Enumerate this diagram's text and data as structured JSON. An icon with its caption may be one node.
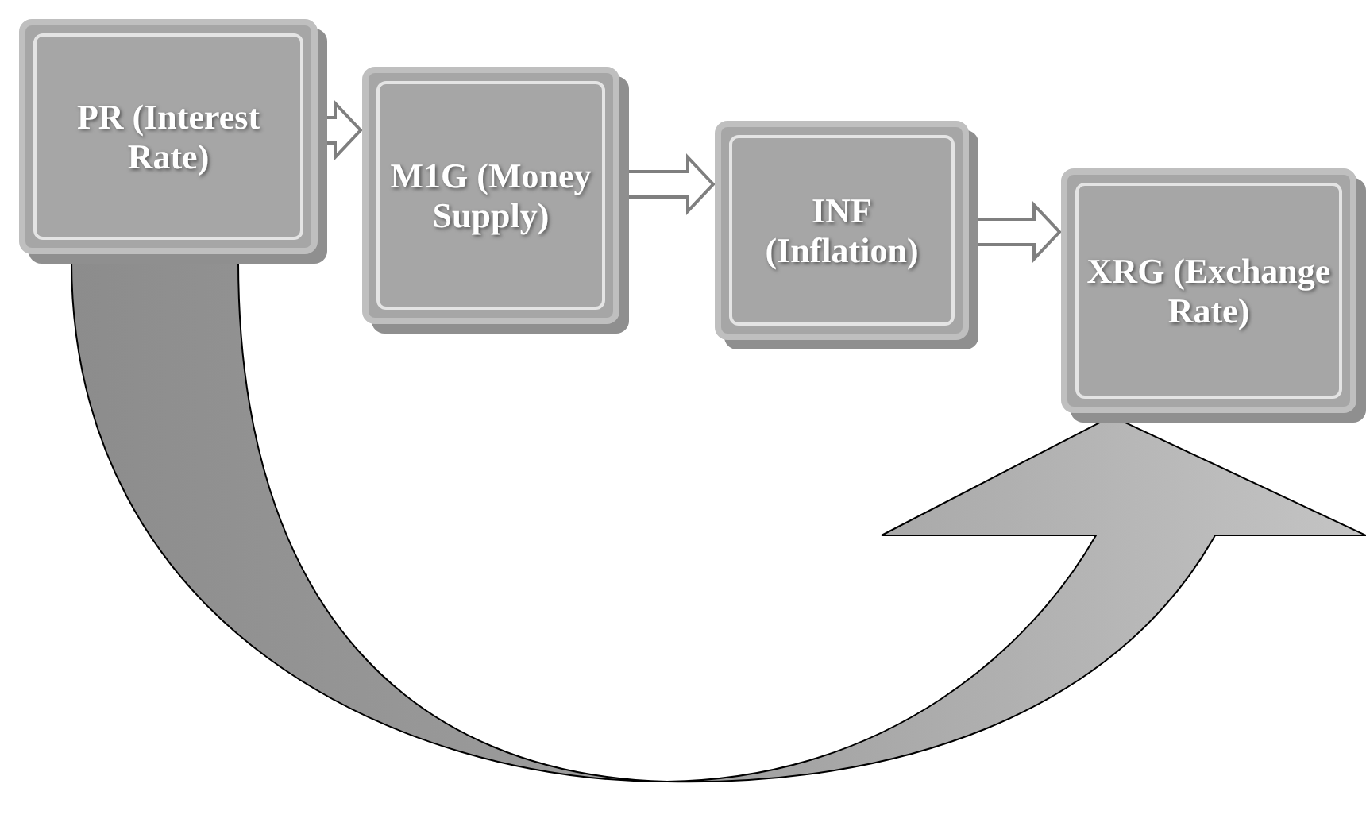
{
  "diagram": {
    "nodes": [
      {
        "text": [
          "PR (Interest Rate)"
        ]
      },
      {
        "text": [
          "M1G (Money Supply)"
        ]
      },
      {
        "text": [
          "INF (Inflation)"
        ]
      },
      {
        "text": [
          "XRG (Exchange Rate)"
        ]
      }
    ],
    "edges": [
      {
        "from": 0,
        "to": 1,
        "arrow": "to"
      },
      {
        "from": 1,
        "to": 2,
        "arrow": "to"
      },
      {
        "from": 2,
        "to": 3,
        "arrow": "to"
      },
      {
        "from": 0,
        "to": 3,
        "arrow": "to"
      }
    ]
  }
}
